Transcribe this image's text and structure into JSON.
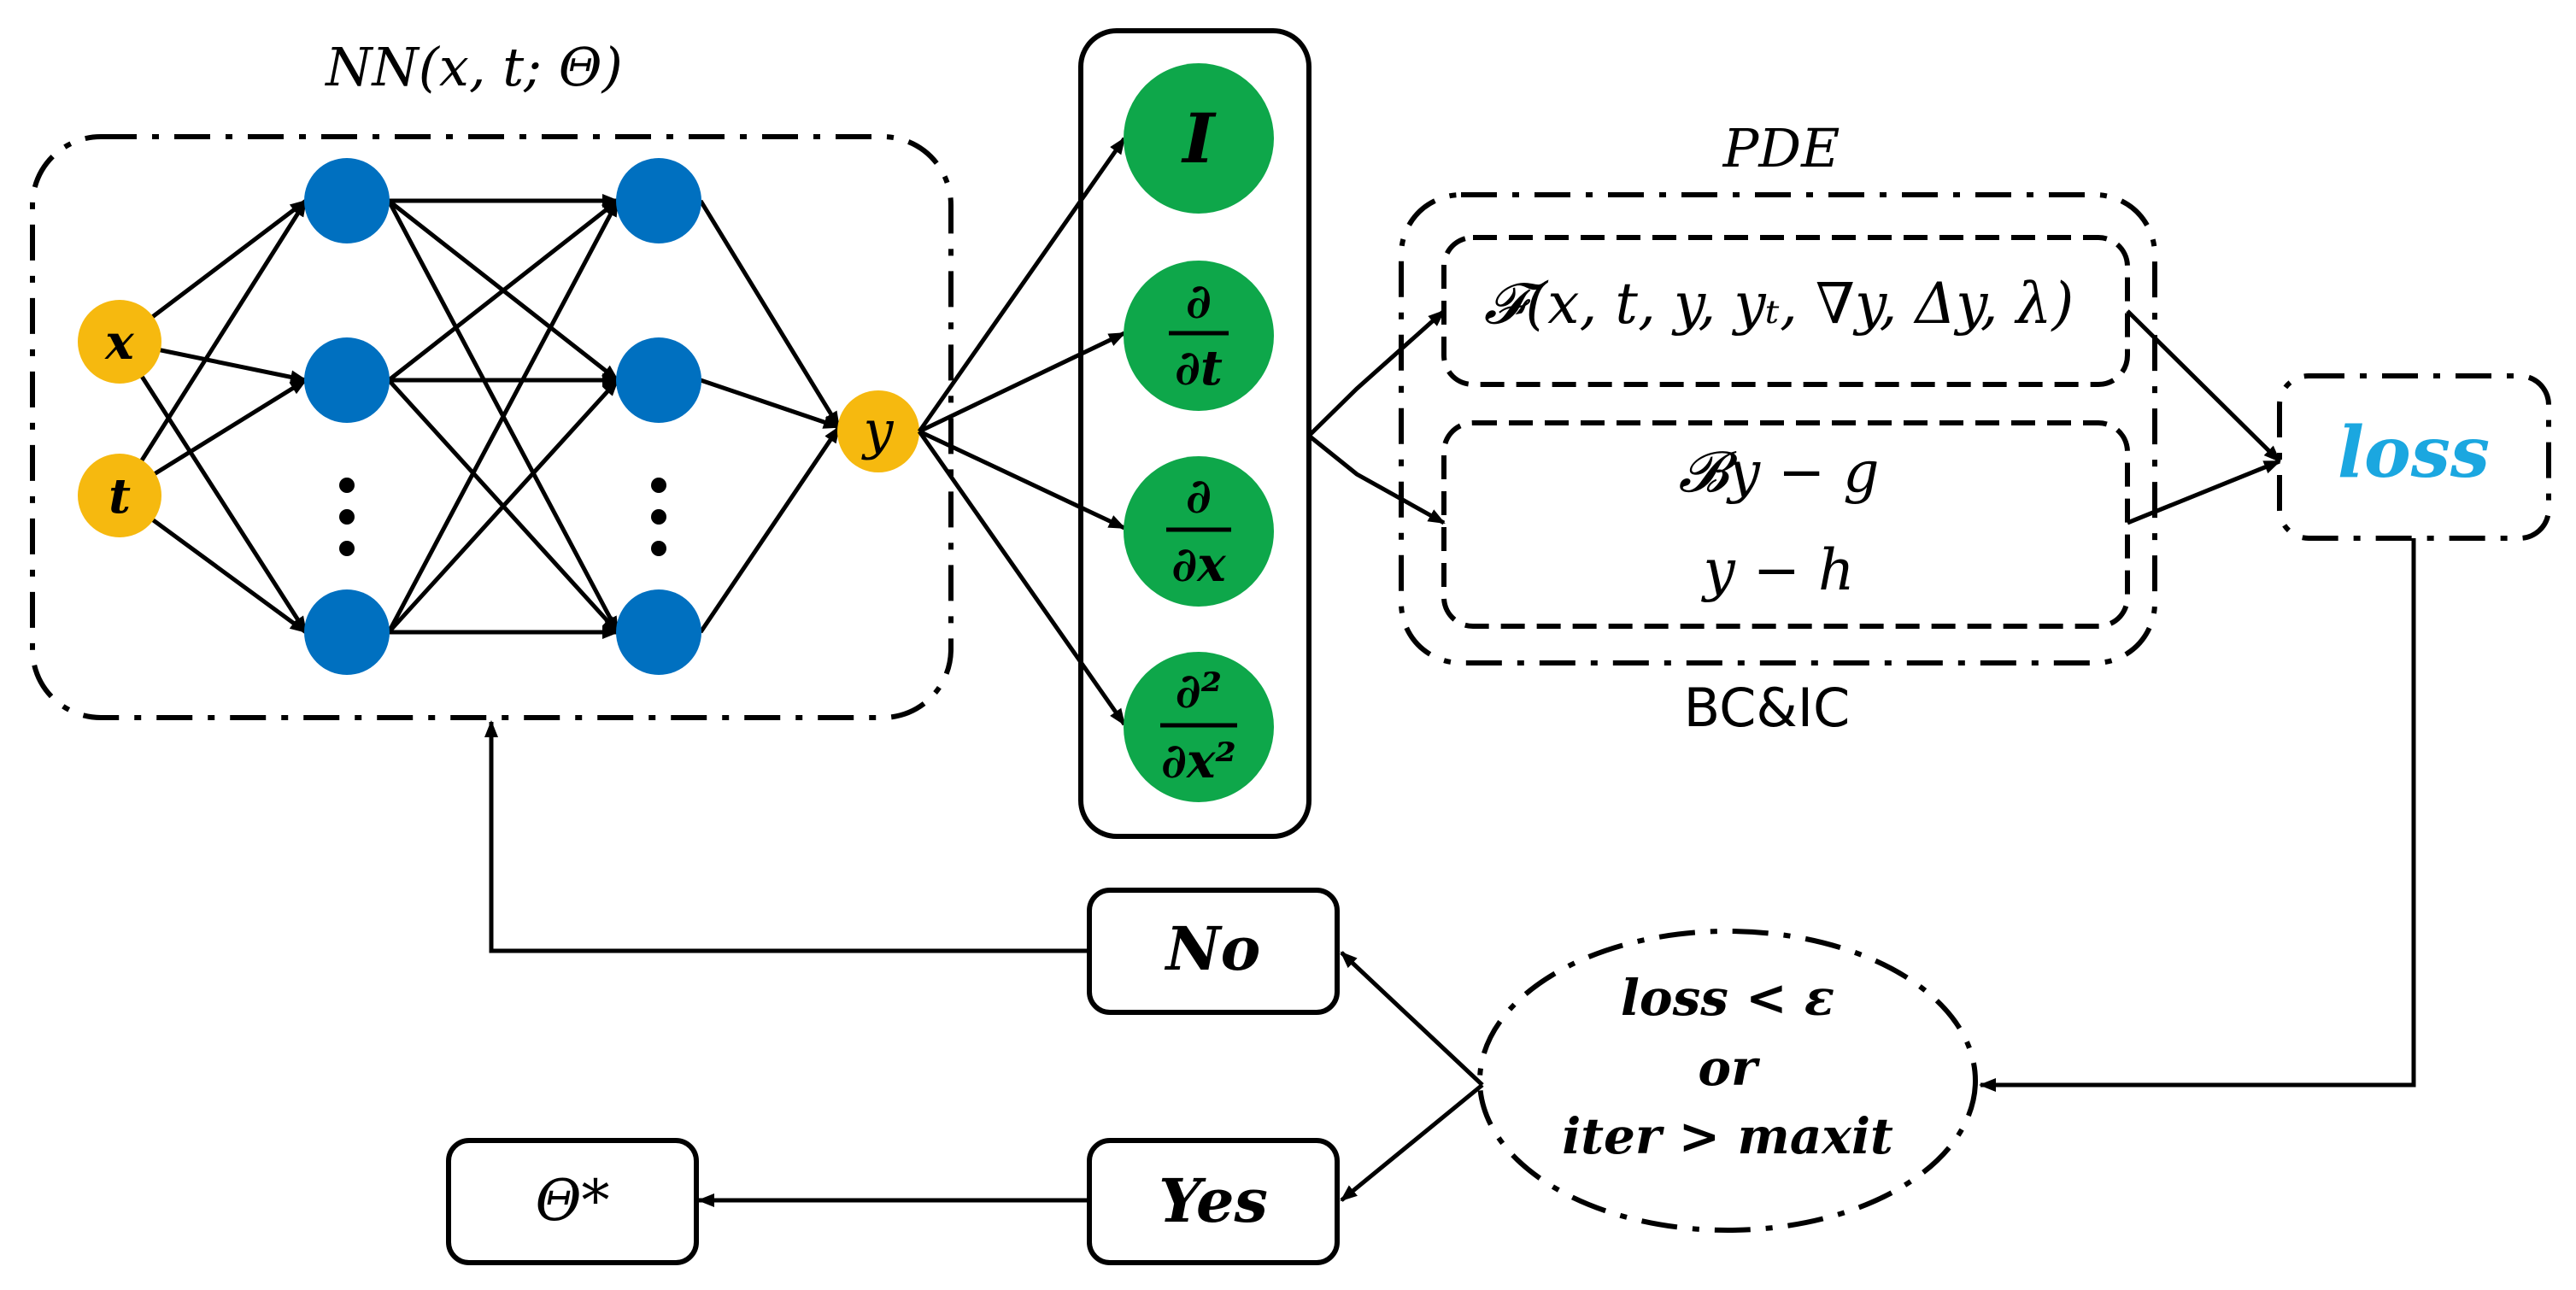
{
  "network": {
    "title": "NN(x, t; Θ)",
    "inputs": [
      "x",
      "t"
    ],
    "output": "y",
    "ellipsis": "⋮"
  },
  "operators": {
    "identity": "I",
    "d_dt": {
      "num": "∂",
      "den": "∂t"
    },
    "d_dx": {
      "num": "∂",
      "den": "∂x"
    },
    "d2_dx2": {
      "num": "∂²",
      "den": "∂x²"
    }
  },
  "pde": {
    "label": "PDE",
    "residual": "𝓕(x, t, y, yₜ, ∇y, Δy, λ)"
  },
  "bcic": {
    "label": "BC&IC",
    "boundary": "𝓑y − g",
    "initial": "y − h"
  },
  "loss": {
    "label": "loss"
  },
  "decision": {
    "line1": "loss < ε",
    "line2": "or",
    "line3": "iter > maxit"
  },
  "no": {
    "label": "No"
  },
  "yes": {
    "label": "Yes"
  },
  "result": {
    "label": "Θ*"
  },
  "colors": {
    "input_node": "#F6B90F",
    "hidden_node": "#0070C0",
    "operator_node": "#0EA74A",
    "loss_text": "#1BA7E0",
    "line": "#000000"
  }
}
